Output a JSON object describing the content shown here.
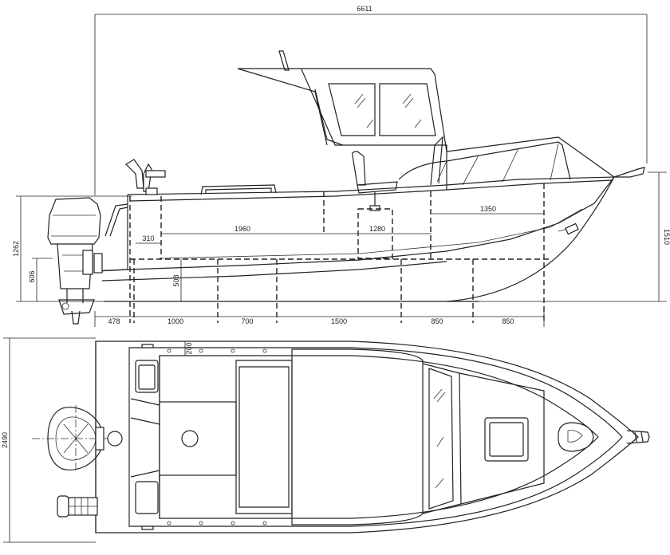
{
  "drawing": {
    "overall_length": "6611",
    "overall_height": "1510",
    "motor_height": "1262",
    "motor_lower": "606",
    "beam": "2490",
    "bulkhead_offset": "200",
    "side_dims": {
      "d310": "310",
      "d1960": "1960",
      "d1280": "1280",
      "d1350": "1350",
      "d508": "508"
    },
    "bottom_dims": [
      "478",
      "1000",
      "700",
      "1500",
      "850",
      "850"
    ]
  }
}
